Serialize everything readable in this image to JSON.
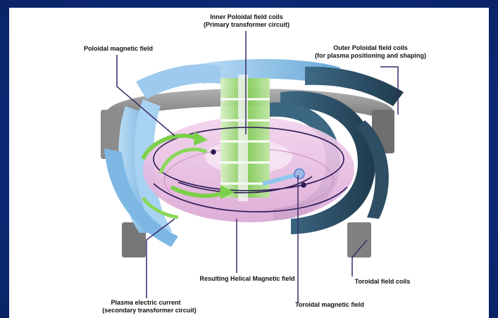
{
  "labels": {
    "inner_poloidal": "Inner Poloidal field coils",
    "inner_poloidal_sub": "(Primary transformer circuit)",
    "poloidal_magnetic": "Poloidal magnetic field",
    "outer_poloidal": "Outer Poloidal field coils",
    "outer_poloidal_sub": "(for plasma positioning and shaping)",
    "helical": "Resulting Helical Magnetic field",
    "toroidal_coils": "Toroidal field coils",
    "plasma_current": "Plasma electric current",
    "plasma_current_sub": "(secondary transformer circuit)",
    "toroidal_magnetic": "Toroidal magnetic field"
  },
  "colors": {
    "border": "#0d2b7a",
    "plasma": "#eab8e0",
    "coil_light": "#8fc3ea",
    "coil_dark": "#2f4f66",
    "ring": "#8a8a8a",
    "solenoid": "#8fd36a",
    "leader": "#3a2a6a"
  }
}
